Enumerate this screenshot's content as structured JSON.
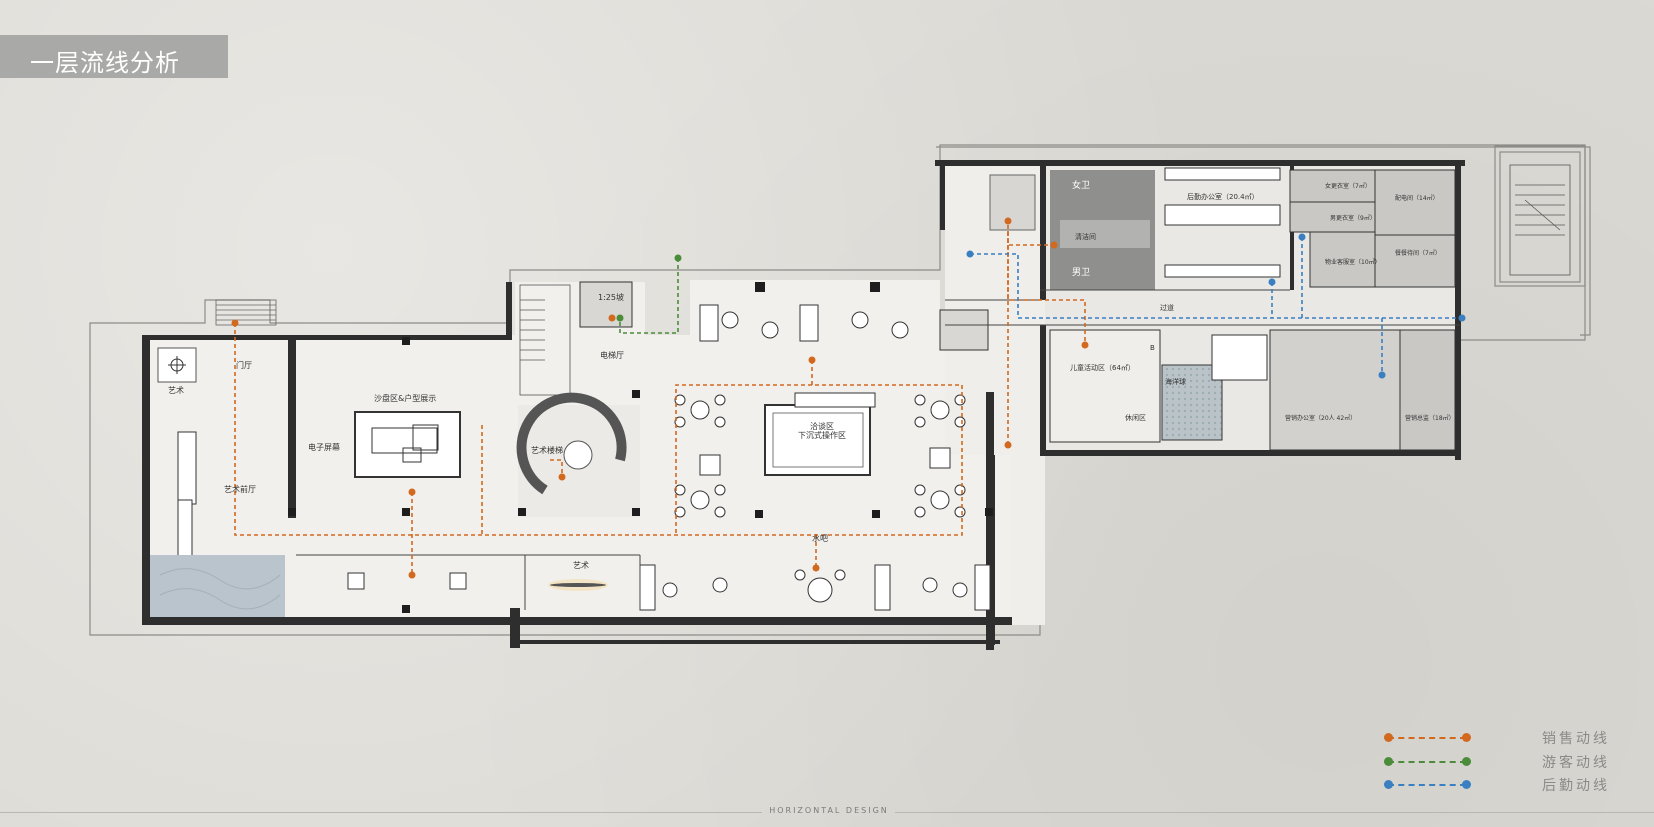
{
  "title": "一层流线分析",
  "footer": "HORIZONTAL DESIGN",
  "colors": {
    "sales": "#d2691e",
    "visitor": "#4a8c3a",
    "logistics": "#3a7fc1",
    "background": "#dcdad4",
    "title_bg": "#a9a9a7"
  },
  "legend": [
    {
      "label": "销售动线",
      "color": "#d2691e"
    },
    {
      "label": "游客动线",
      "color": "#4a8c3a"
    },
    {
      "label": "后勤动线",
      "color": "#3a7fc1"
    }
  ],
  "rooms": {
    "art": "艺术",
    "entrance": "门厅",
    "art_foyer": "艺术前厅",
    "screen": "电子屏幕",
    "sandtable": "沙盘区&户型展示",
    "elevator_hall": "电梯厅",
    "art_stair": "艺术楼梯",
    "negotiation": "洽谈区",
    "sunken_ops": "下沉式操作区",
    "ramp": "1:25坡",
    "art2": "艺术",
    "women_wc": "女卫",
    "men_wc": "男卫",
    "clean": "清洁间",
    "back_office": "后勤办公室（20.4㎡）",
    "female_locker": "女更衣室（7㎡）",
    "male_locker": "男更衣室（9㎡）",
    "property_wait": "物业客服室（10㎡）",
    "power_room": "配电间（14㎡）",
    "dining_room": "餐餐待间（7㎡）",
    "corridor": "过道",
    "kids": "儿童活动区（64㎡）",
    "ocean": "海洋球",
    "rest": "休闲区",
    "sales_office": "营销办公室（20人  42㎡）",
    "sales_manager": "营销总监（18㎡）",
    "bar": "水吧",
    "ramp_b": "B"
  }
}
